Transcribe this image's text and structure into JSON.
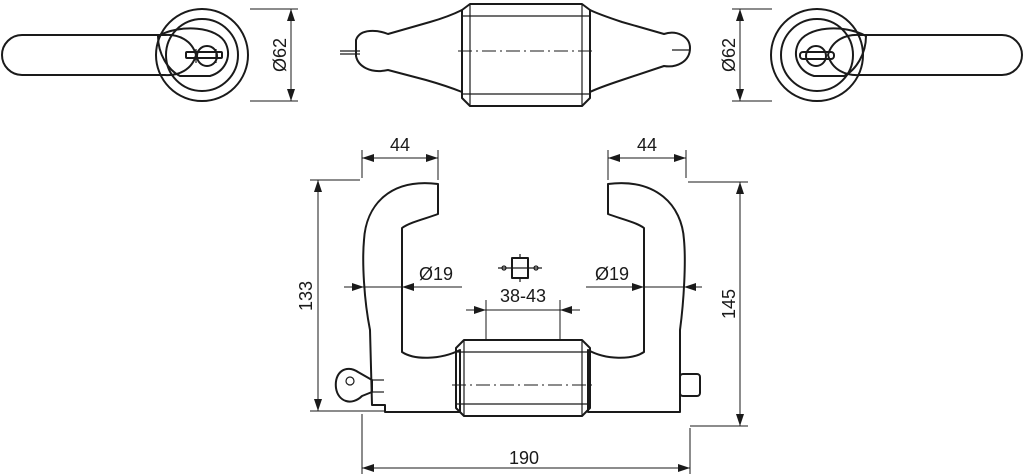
{
  "dimensions": {
    "rosette_diameter_left": "Ø62",
    "rosette_diameter_right": "Ø62",
    "lever_offset_left": "44",
    "lever_offset_right": "44",
    "grip_diameter_left": "Ø19",
    "grip_diameter_right": "Ø19",
    "door_thickness": "38-43",
    "height_left": "133",
    "height_right": "145",
    "overall_width": "190"
  },
  "colors": {
    "line": "#1a1a1a",
    "background": "#ffffff"
  }
}
